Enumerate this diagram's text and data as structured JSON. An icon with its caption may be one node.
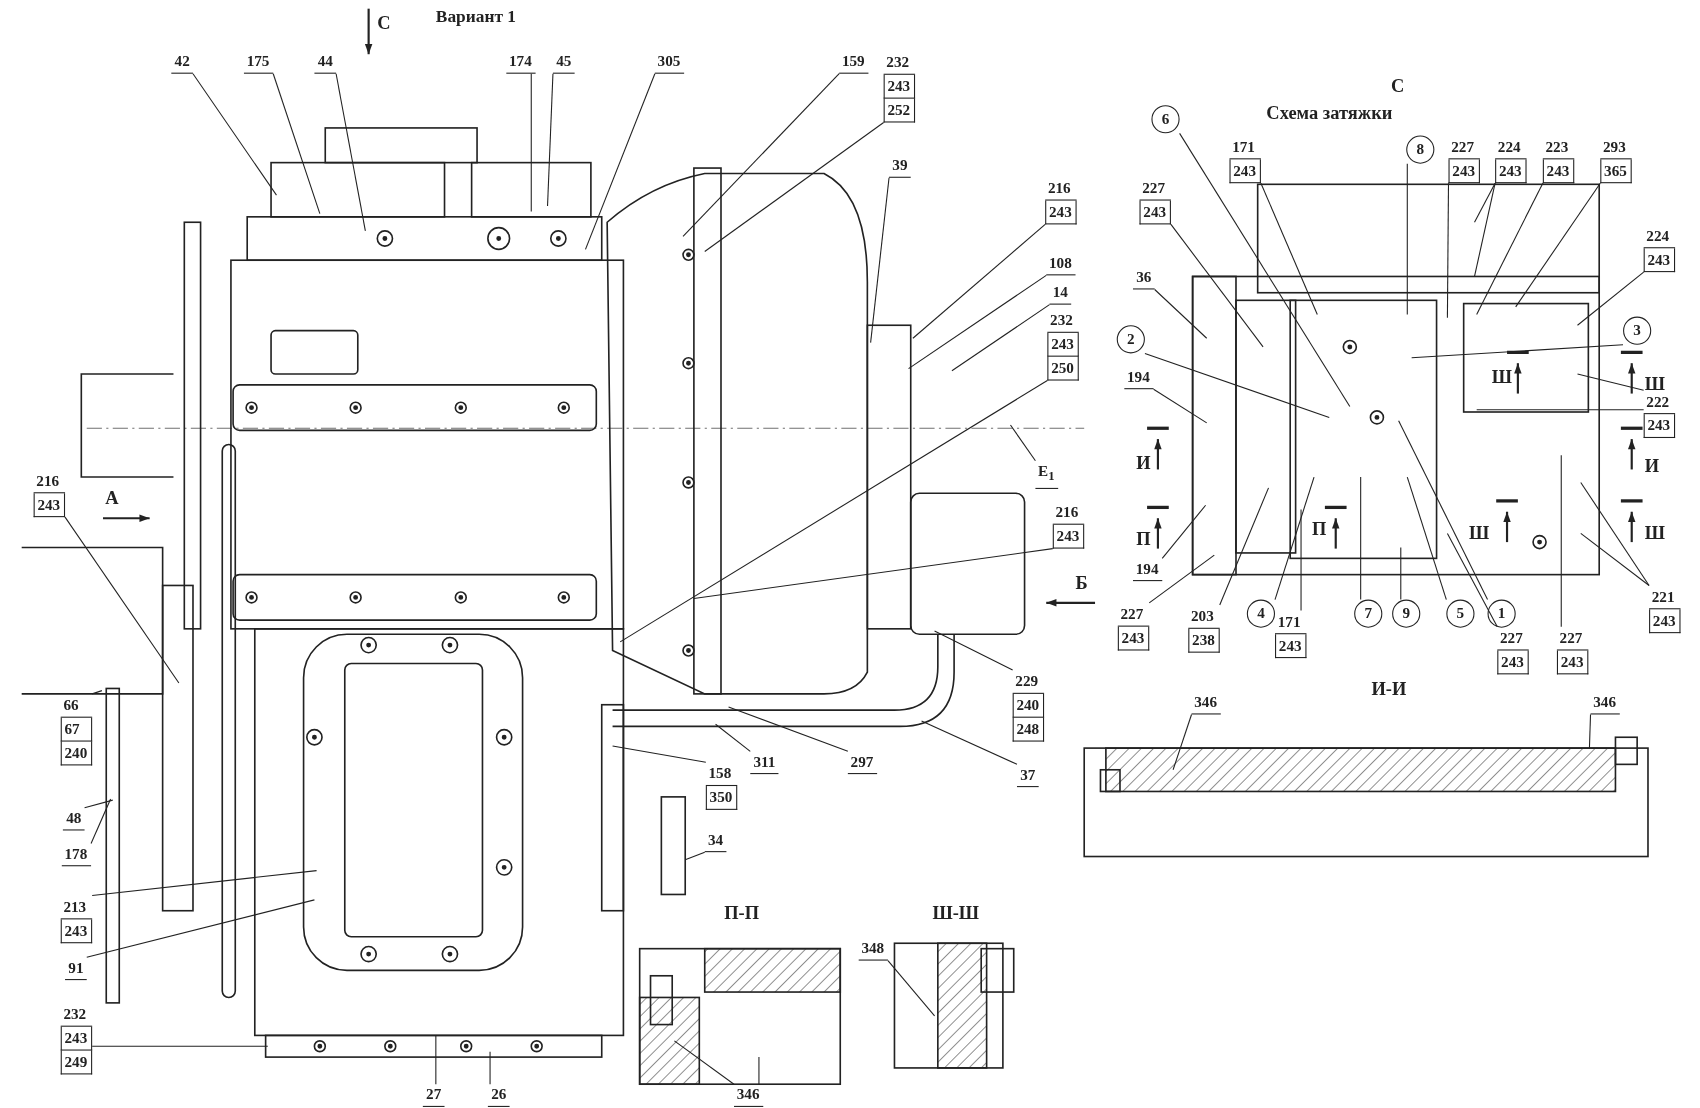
{
  "diagram": {
    "title": "Вариант 1",
    "nodes": [
      {
        "text": [
          "42"
        ]
      },
      {
        "text": [
          "175"
        ]
      },
      {
        "text": [
          "44"
        ]
      },
      {
        "text": [
          "174"
        ]
      },
      {
        "text": [
          "45"
        ]
      },
      {
        "text": [
          "305"
        ]
      },
      {
        "text": [
          "159"
        ]
      },
      {
        "text": [
          "232",
          "243",
          "252"
        ]
      },
      {
        "text": [
          "39"
        ]
      },
      {
        "text": [
          "216",
          "243"
        ]
      },
      {
        "text": [
          "108"
        ]
      },
      {
        "text": [
          "14"
        ]
      },
      {
        "text": [
          "232",
          "243",
          "250"
        ]
      },
      {
        "text": [
          "Е$_{1}$"
        ]
      },
      {
        "text": [
          "216",
          "243"
        ]
      },
      {
        "text": [
          "229",
          "240",
          "248"
        ]
      },
      {
        "text": [
          "37"
        ]
      },
      {
        "text": [
          "297"
        ]
      },
      {
        "text": [
          "311"
        ]
      },
      {
        "text": [
          "158",
          "350"
        ]
      },
      {
        "text": [
          "34"
        ]
      },
      {
        "text": [
          "216",
          "243"
        ]
      },
      {
        "text": [
          "66",
          "67",
          "240"
        ]
      },
      {
        "text": [
          "48"
        ]
      },
      {
        "text": [
          "178"
        ]
      },
      {
        "text": [
          "213",
          "243"
        ]
      },
      {
        "text": [
          "91"
        ]
      },
      {
        "text": [
          "232",
          "243",
          "249"
        ]
      },
      {
        "text": [
          "27"
        ]
      },
      {
        "text": [
          "26"
        ]
      },
      {
        "text": [
          "348"
        ]
      },
      {
        "text": [
          "346"
        ]
      },
      {
        "text": [
          "346"
        ]
      },
      {
        "text": [
          "346"
        ]
      },
      {
        "text": [
          "6"
        ]
      },
      {
        "text": [
          "171",
          "243"
        ]
      },
      {
        "text": [
          "227",
          "243"
        ]
      },
      {
        "text": [
          "36"
        ]
      },
      {
        "text": [
          "2"
        ]
      },
      {
        "text": [
          "194"
        ]
      },
      {
        "text": [
          "8"
        ]
      },
      {
        "text": [
          "227",
          "243"
        ]
      },
      {
        "text": [
          "224",
          "243"
        ]
      },
      {
        "text": [
          "223",
          "243"
        ]
      },
      {
        "text": [
          "293",
          "365"
        ]
      },
      {
        "text": [
          "224",
          "243"
        ]
      },
      {
        "text": [
          "3"
        ]
      },
      {
        "text": [
          "222",
          "243"
        ]
      },
      {
        "text": [
          "221",
          "243"
        ]
      },
      {
        "text": [
          "194"
        ]
      },
      {
        "text": [
          "227",
          "243"
        ]
      },
      {
        "text": [
          "203",
          "238"
        ]
      },
      {
        "text": [
          "4"
        ]
      },
      {
        "text": [
          "171",
          "243"
        ]
      },
      {
        "text": [
          "7"
        ]
      },
      {
        "text": [
          "9"
        ]
      },
      {
        "text": [
          "5"
        ]
      },
      {
        "text": [
          "1"
        ]
      },
      {
        "text": [
          "227",
          "243"
        ]
      },
      {
        "text": [
          "227",
          "243"
        ]
      }
    ],
    "edges": [
      {
        "from": 0,
        "to": null,
        "arrow": "none"
      },
      {
        "from": 1,
        "to": null,
        "arrow": "none"
      },
      {
        "from": 2,
        "to": null,
        "arrow": "none"
      },
      {
        "from": 3,
        "to": null,
        "arrow": "none"
      },
      {
        "from": 4,
        "to": null,
        "arrow": "none"
      },
      {
        "from": 5,
        "to": null,
        "arrow": "none"
      },
      {
        "from": 6,
        "to": null,
        "arrow": "none"
      },
      {
        "from": 7,
        "to": null,
        "arrow": "none"
      },
      {
        "from": 8,
        "to": null,
        "arrow": "none"
      },
      {
        "from": 9,
        "to": null,
        "arrow": "none"
      },
      {
        "from": 10,
        "to": null,
        "arrow": "none"
      },
      {
        "from": 11,
        "to": null,
        "arrow": "none"
      },
      {
        "from": 12,
        "to": null,
        "arrow": "none"
      },
      {
        "from": 13,
        "to": null,
        "arrow": "none"
      },
      {
        "from": 14,
        "to": null,
        "arrow": "none"
      },
      {
        "from": 15,
        "to": null,
        "arrow": "none"
      },
      {
        "from": 16,
        "to": null,
        "arrow": "none"
      },
      {
        "from": 17,
        "to": null,
        "arrow": "none"
      },
      {
        "from": 18,
        "to": null,
        "arrow": "none"
      },
      {
        "from": 19,
        "to": null,
        "arrow": "none"
      },
      {
        "from": 20,
        "to": null,
        "arrow": "none"
      },
      {
        "from": 21,
        "to": null,
        "arrow": "none"
      },
      {
        "from": 22,
        "to": null,
        "arrow": "none"
      },
      {
        "from": 23,
        "to": null,
        "arrow": "none"
      },
      {
        "from": 24,
        "to": null,
        "arrow": "none"
      },
      {
        "from": 25,
        "to": null,
        "arrow": "none"
      },
      {
        "from": 26,
        "to": null,
        "arrow": "none"
      },
      {
        "from": 27,
        "to": null,
        "arrow": "none"
      },
      {
        "from": 28,
        "to": null,
        "arrow": "none"
      },
      {
        "from": 29,
        "to": null,
        "arrow": "none"
      },
      {
        "from": 30,
        "to": null,
        "arrow": "none"
      },
      {
        "from": 31,
        "to": null,
        "arrow": "none"
      },
      {
        "from": 31,
        "to": null,
        "arrow": "none"
      },
      {
        "from": 32,
        "to": null,
        "arrow": "none"
      },
      {
        "from": 33,
        "to": null,
        "arrow": "none"
      },
      {
        "from": 34,
        "to": null,
        "arrow": "none"
      },
      {
        "from": 35,
        "to": null,
        "arrow": "none"
      },
      {
        "from": 36,
        "to": null,
        "arrow": "none"
      },
      {
        "from": 37,
        "to": null,
        "arrow": "none"
      },
      {
        "from": 38,
        "to": null,
        "arrow": "none"
      },
      {
        "from": 39,
        "to": null,
        "arrow": "none"
      },
      {
        "from": 40,
        "to": null,
        "arrow": "none"
      },
      {
        "from": 41,
        "to": null,
        "arrow": "none"
      },
      {
        "from": 42,
        "to": null,
        "arrow": "none"
      },
      {
        "from": 42,
        "to": null,
        "arrow": "none"
      },
      {
        "from": 43,
        "to": null,
        "arrow": "none"
      },
      {
        "from": 44,
        "to": null,
        "arrow": "none"
      },
      {
        "from": 45,
        "to": null,
        "arrow": "none"
      },
      {
        "from": 46,
        "to": null,
        "arrow": "none"
      },
      {
        "from": 47,
        "to": null,
        "arrow": "none"
      },
      {
        "from": 47,
        "to": null,
        "arrow": "none"
      },
      {
        "from": 48,
        "to": null,
        "arrow": "none"
      },
      {
        "from": 48,
        "to": null,
        "arrow": "none"
      },
      {
        "from": 49,
        "to": null,
        "arrow": "none"
      },
      {
        "from": 50,
        "to": null,
        "arrow": "none"
      },
      {
        "from": 51,
        "to": null,
        "arrow": "none"
      },
      {
        "from": 52,
        "to": null,
        "arrow": "none"
      },
      {
        "from": 53,
        "to": null,
        "arrow": "none"
      },
      {
        "from": 54,
        "to": null,
        "arrow": "none"
      },
      {
        "from": 55,
        "to": null,
        "arrow": "none"
      },
      {
        "from": 56,
        "to": null,
        "arrow": "none"
      },
      {
        "from": 57,
        "to": null,
        "arrow": "none"
      },
      {
        "from": 58,
        "to": null,
        "arrow": "none"
      },
      {
        "from": 59,
        "to": null,
        "arrow": "none"
      }
    ],
    "labels": [
      "С",
      "А",
      "Б",
      "С",
      "Схема затяжки",
      "Ш",
      "Ш",
      "И",
      "И",
      "П",
      "П",
      "Ш",
      "Ш",
      "И-И",
      "П-П",
      "Ш-Ш"
    ]
  }
}
